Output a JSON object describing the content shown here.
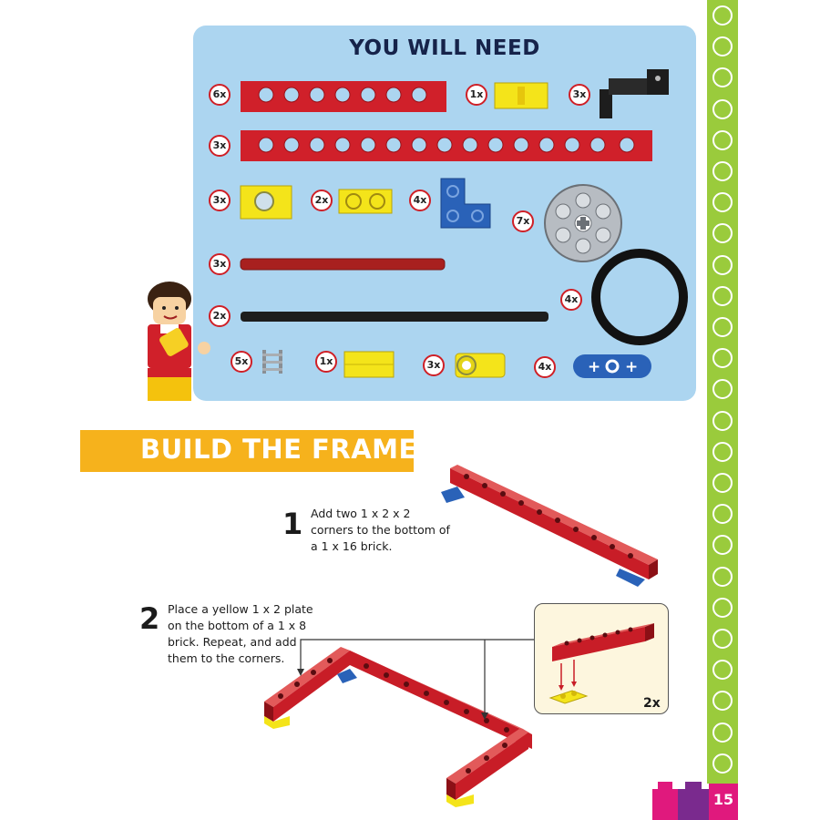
{
  "panel": {
    "title": "YOU WILL NEED",
    "quantities": [
      "6x",
      "1x",
      "3x",
      "3x",
      "3x",
      "2x",
      "4x",
      "7x",
      "3x",
      "4x",
      "2x",
      "5x",
      "1x",
      "3x",
      "4x"
    ]
  },
  "section": {
    "title": "BUILD THE FRAME"
  },
  "steps": [
    {
      "number": "1",
      "text": "Add two 1 x 2 x 2\ncorners to the bottom of\na 1 x 16 brick."
    },
    {
      "number": "2",
      "text": "Place a yellow 1 x 2 plate\non the bottom of a 1 x 8\nbrick. Repeat, and add\nthem to the corners."
    }
  ],
  "inset": {
    "count": "2x"
  },
  "page": {
    "number": "15"
  },
  "colors": {
    "red_brick": "#d0202a",
    "yellow_brick": "#f4e41a",
    "blue_brick": "#2a62b8",
    "panel_bg": "#acd5f0",
    "green_strip": "#9acb3c",
    "banner": "#f6b21c",
    "page_tab": "#e0197d"
  },
  "icons": {
    "minifig": "lifeguard-minifigure-icon",
    "wheel": "gray-wheel-icon",
    "tire": "black-tire-icon"
  }
}
